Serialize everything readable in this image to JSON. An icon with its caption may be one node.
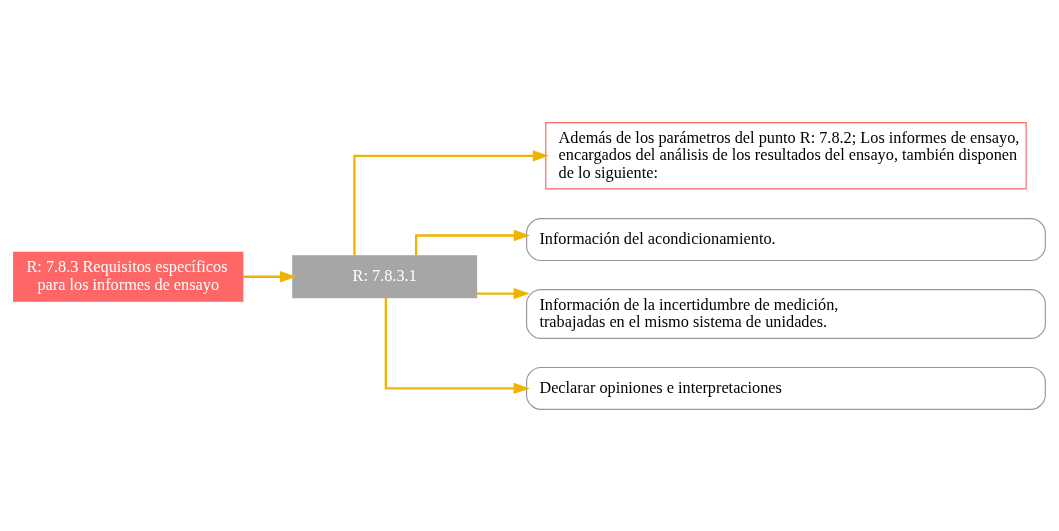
{
  "diagram": {
    "nodes": [
      {
        "text": [
          "R: 7.8.3 Requisitos específicos para los informes de ensayo"
        ]
      },
      {
        "text": [
          "R: 7.8.3.1"
        ]
      },
      {
        "text": [
          "Además de los parámetros del punto R: 7.8.2; Los informes de ensayo, encargados del análisis de los resultados del ensayo, también disponen de lo siguiente:"
        ]
      },
      {
        "text": [
          "Información del acondicionamiento."
        ]
      },
      {
        "text": [
          "Información de la incertidumbre de medición, trabajadas en el mismo sistema de unidades."
        ]
      },
      {
        "text": [
          "Declarar opiniones e interpretaciones"
        ]
      }
    ],
    "edges": [
      {
        "from": 0,
        "to": 1,
        "arrow": "to"
      },
      {
        "from": 1,
        "to": 2,
        "arrow": "to"
      },
      {
        "from": 1,
        "to": 3,
        "arrow": "to"
      },
      {
        "from": 1,
        "to": 4,
        "arrow": "to"
      },
      {
        "from": 1,
        "to": 5,
        "arrow": "to"
      }
    ]
  }
}
